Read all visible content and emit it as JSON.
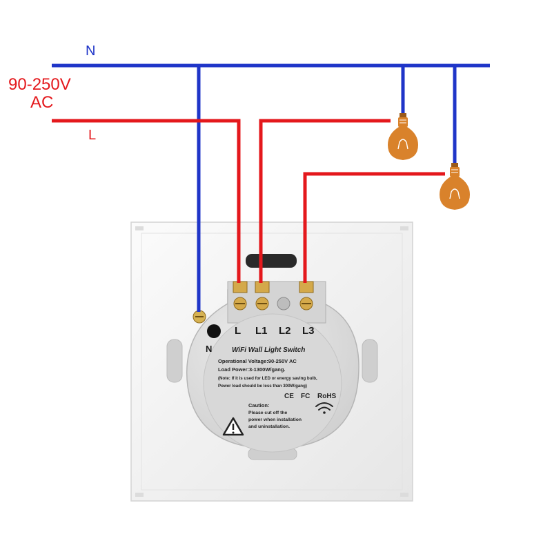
{
  "labels": {
    "neutral": "N",
    "voltage_line1": "90-250V",
    "voltage_line2": "AC",
    "live": "L",
    "neutral_terminal": "N"
  },
  "terminals": [
    "L",
    "L1",
    "L2",
    "L3"
  ],
  "device": {
    "title": "WiFi Wall Light Switch",
    "spec1": "Operational Voltage:90-250V AC",
    "spec2": "Load Power:3-1300W/gang.",
    "note1": "(Note: If it is used for LED or energy saving bulb,",
    "note2": "Power load should be less than 300W/gang)",
    "cert_ce": "CE",
    "cert_fc": "FC",
    "cert_rohs": "RoHS",
    "caution_title": "Caution:",
    "caution1": "Please cut off the",
    "caution2": "power when installation",
    "caution3": "and uninstallation."
  },
  "colors": {
    "neutral_wire": "#1f35c8",
    "live_wire": "#e4181c",
    "bulb": "#d9822b",
    "plate": "#f4f4f4",
    "module": "#dedede"
  }
}
